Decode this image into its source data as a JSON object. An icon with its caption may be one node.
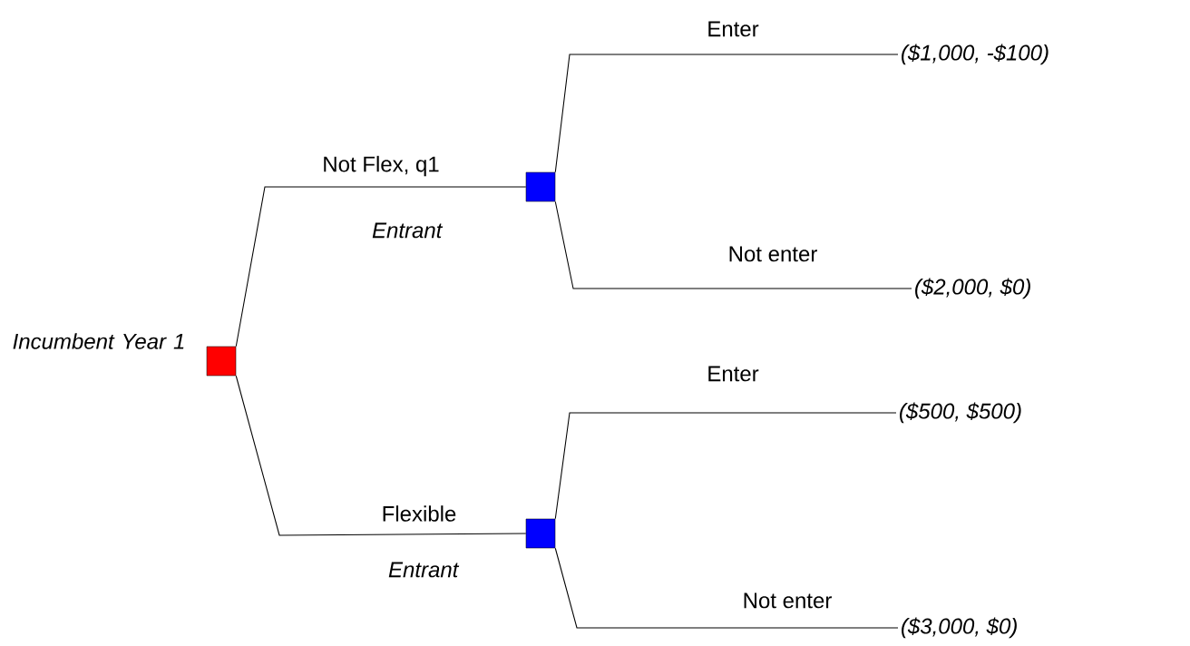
{
  "diagram": {
    "nodes": [
      {
        "text": [],
        "shape": "box",
        "beside": [
          "Incumbent Year 1"
        ]
      },
      {
        "text": [],
        "shape": "box",
        "beside": [
          "Entrant"
        ]
      },
      {
        "text": [],
        "shape": "box",
        "beside": [
          "Entrant"
        ]
      },
      {
        "text": [
          "($1,000, -$100)"
        ]
      },
      {
        "text": [
          "($2,000, $0)"
        ]
      },
      {
        "text": [
          "($500, $500)"
        ]
      },
      {
        "text": [
          "($3,000, $0)"
        ]
      }
    ],
    "edges": [
      {
        "from": 0,
        "to": 1,
        "arrow": "none",
        "label": "Not Flex, q1"
      },
      {
        "from": 0,
        "to": 2,
        "arrow": "none",
        "label": "Flexible"
      },
      {
        "from": 1,
        "to": 3,
        "arrow": "none",
        "label": "Enter"
      },
      {
        "from": 1,
        "to": 4,
        "arrow": "none",
        "label": "Not enter"
      },
      {
        "from": 2,
        "to": 5,
        "arrow": "none",
        "label": "Enter"
      },
      {
        "from": 2,
        "to": 6,
        "arrow": "none",
        "label": "Not enter"
      }
    ]
  }
}
